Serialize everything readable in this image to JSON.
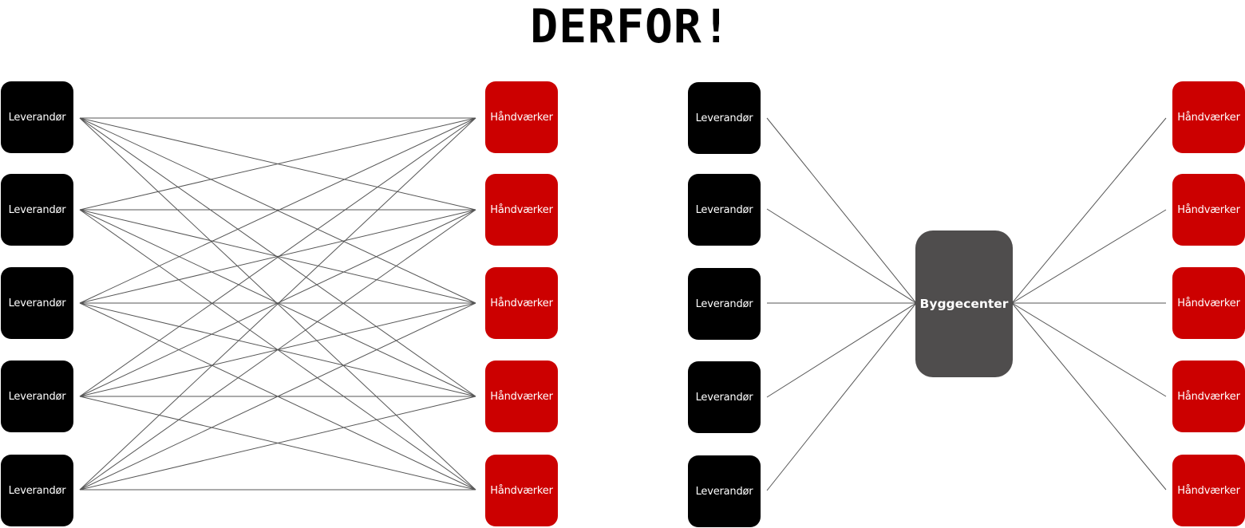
{
  "title": "DERFOR!",
  "left_diagram": {
    "suppliers": [
      "Leverandør",
      "Leverandør",
      "Leverandør",
      "Leverandør",
      "Leverandør"
    ],
    "craftsmen": [
      "Håndværker",
      "Håndværker",
      "Håndværker",
      "Håndværker",
      "Håndværker"
    ]
  },
  "right_diagram": {
    "suppliers": [
      "Leverandør",
      "Leverandør",
      "Leverandør",
      "Leverandør",
      "Leverandør"
    ],
    "hub": "Byggecenter",
    "craftsmen": [
      "Håndværker",
      "Håndværker",
      "Håndværker",
      "Håndværker",
      "Håndværker"
    ]
  },
  "colors": {
    "supplier": "#000000",
    "craftsman": "#cc0000",
    "hub": "#4f4d4d",
    "line": "#555555"
  }
}
